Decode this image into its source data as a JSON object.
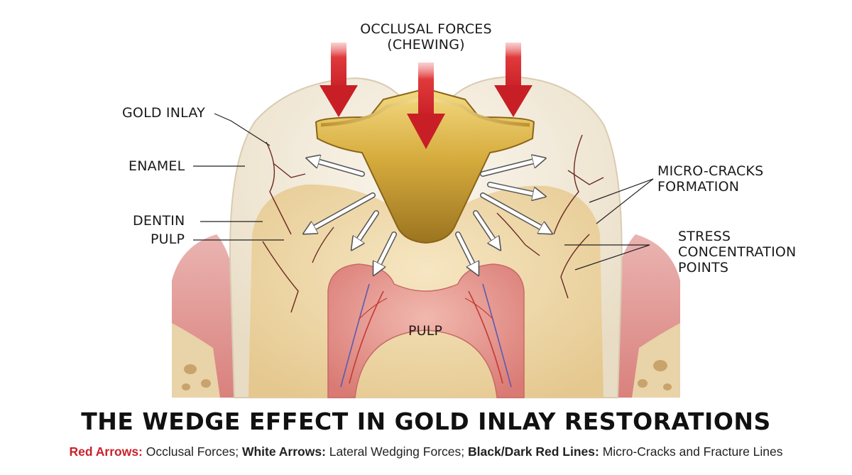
{
  "labels": {
    "occlusal_line1": "OCCLUSAL FORCES",
    "occlusal_line2": "(CHEWING)",
    "gold_inlay": "GOLD INLAY",
    "enamel": "ENAMEL",
    "dentin": "DENTIN",
    "pulp_left": "PULP",
    "micro_line1": "MICRO-CRACKS",
    "micro_line2": "FORMATION",
    "stress_line1": "STRESS",
    "stress_line2": "CONCENTRATION",
    "stress_line3": "POINTS",
    "pulp_center": "PULP"
  },
  "title": "THE WEDGE EFFECT IN GOLD INLAY RESTORATIONS",
  "legend": {
    "red_key": "Red Arrows:",
    "red_desc": "Occlusal Forces;",
    "white_key": "White Arrows:",
    "white_desc": "Lateral Wedging Forces;",
    "black_key": "Black/Dark Red Lines:",
    "black_desc": "Micro-Cracks and Fracture Lines"
  },
  "colors": {
    "red_arrow": "#d8272e",
    "gold": "#d6ac3e",
    "enamel": "#f3ecdf",
    "dentin": "#eed9ad",
    "pulp": "#e69a93",
    "gum": "#e7a3a0",
    "crack": "#6b2a22"
  }
}
